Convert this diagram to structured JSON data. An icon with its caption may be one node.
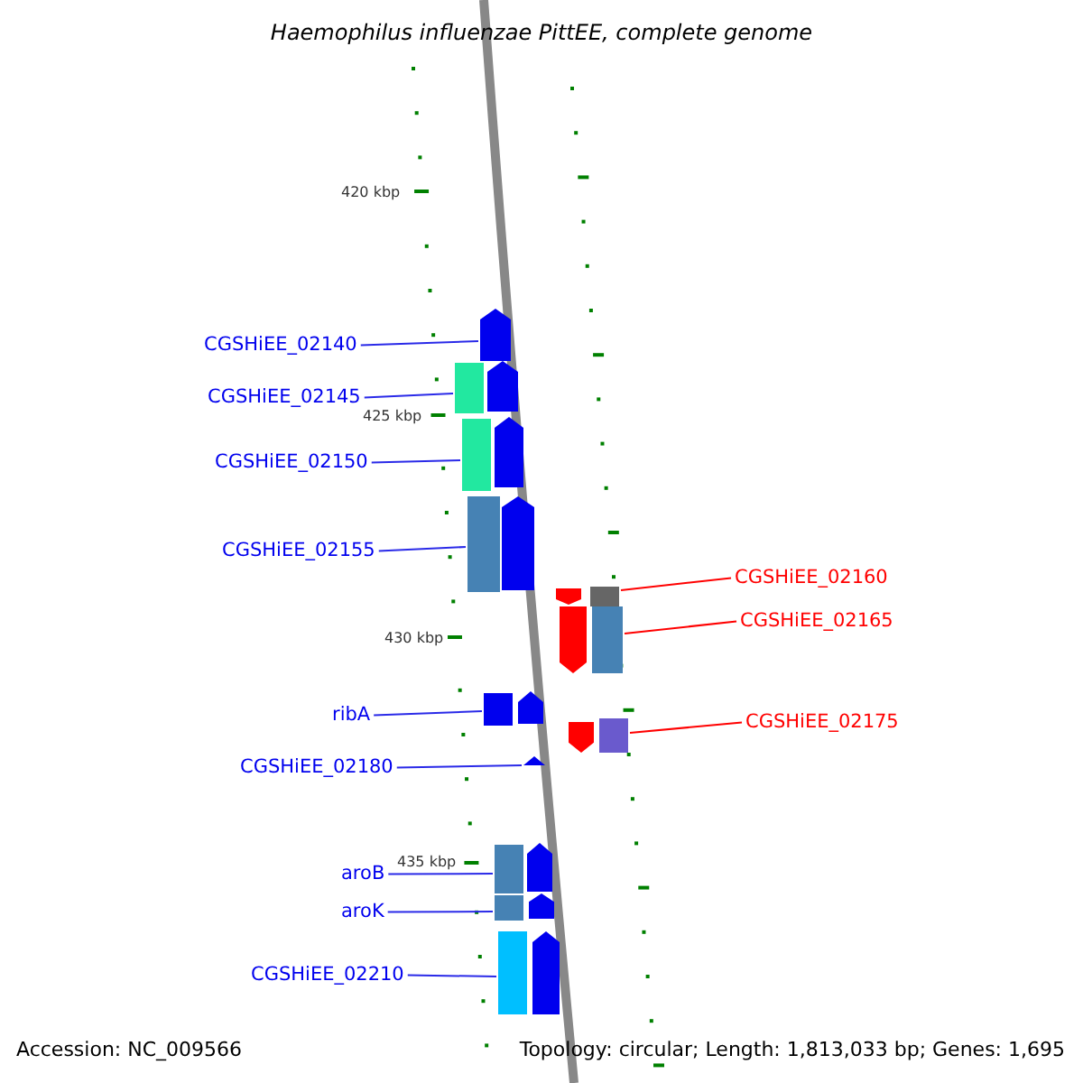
{
  "diagram": {
    "title": "Haemophilus influenzae PittEE, complete genome",
    "nodes": [
      {
        "text": [
          "CGSHiEE_02140"
        ]
      },
      {
        "text": [
          "CGSHiEE_02145"
        ]
      },
      {
        "text": [
          "CGSHiEE_02150"
        ]
      },
      {
        "text": [
          "CGSHiEE_02155"
        ]
      },
      {
        "text": [
          "ribA"
        ]
      },
      {
        "text": [
          "CGSHiEE_02180"
        ]
      },
      {
        "text": [
          "aroB"
        ]
      },
      {
        "text": [
          "aroK"
        ]
      },
      {
        "text": [
          "CGSHiEE_02210"
        ]
      },
      {
        "text": [
          "CGSHiEE_02160"
        ]
      },
      {
        "text": [
          "CGSHiEE_02165"
        ]
      },
      {
        "text": [
          "CGSHiEE_02175"
        ]
      },
      {
        "text": [],
        "shape": "arrow"
      },
      {
        "text": [],
        "shape": "arrow"
      },
      {
        "text": [],
        "shape": "arrow"
      },
      {
        "text": [],
        "shape": "arrow"
      },
      {
        "text": [],
        "shape": "arrow"
      },
      {
        "text": [],
        "shape": "arrow"
      },
      {
        "text": [],
        "shape": "arrow"
      },
      {
        "text": [],
        "shape": "arrow"
      },
      {
        "text": [],
        "shape": "arrow"
      },
      {
        "text": [],
        "shape": "arrow"
      },
      {
        "text": [],
        "shape": "arrow"
      },
      {
        "text": [],
        "shape": "arrow"
      }
    ],
    "edges": [
      {
        "from": 0,
        "to": 12,
        "arrow": "none"
      },
      {
        "from": 1,
        "to": 13,
        "arrow": "none"
      },
      {
        "from": 2,
        "to": 14,
        "arrow": "none"
      },
      {
        "from": 3,
        "to": 15,
        "arrow": "none"
      },
      {
        "from": 4,
        "to": 16,
        "arrow": "none"
      },
      {
        "from": 5,
        "to": 17,
        "arrow": "none"
      },
      {
        "from": 6,
        "to": 18,
        "arrow": "none"
      },
      {
        "from": 7,
        "to": 19,
        "arrow": "none"
      },
      {
        "from": 8,
        "to": 20,
        "arrow": "none"
      },
      {
        "from": 9,
        "to": 21,
        "arrow": "none",
        "color": "#ff0000"
      },
      {
        "from": 10,
        "to": 22,
        "arrow": "none",
        "color": "#ff0000"
      },
      {
        "from": 11,
        "to": 23,
        "arrow": "none",
        "color": "#ff0000"
      }
    ],
    "labels": [
      "420 kbp",
      "425 kbp",
      "430 kbp",
      "435 kbp",
      "Accession: NC_009566",
      "Topology: circular; Length: 1,813,033 bp; Genes: 1,695"
    ]
  }
}
